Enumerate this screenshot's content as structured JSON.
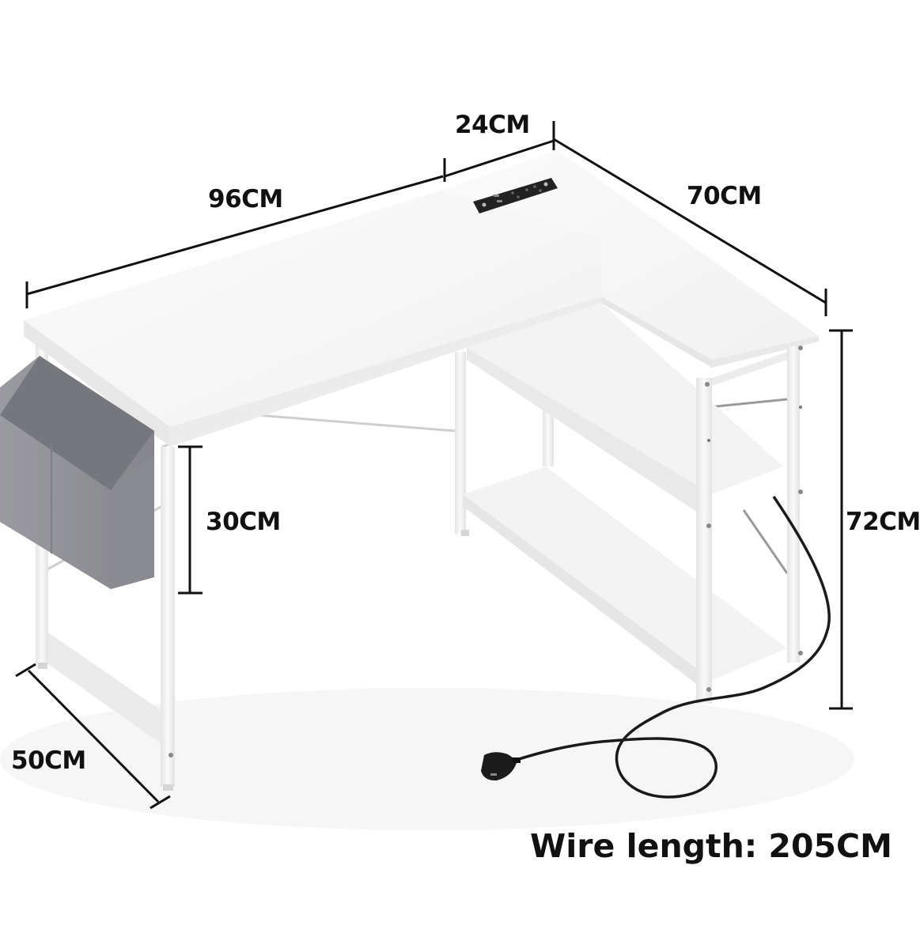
{
  "product": {
    "type": "L-shaped desk",
    "finish_color": "#f7f7f7",
    "frame_color": "#eeeeee",
    "bag_color": "#8e8f93",
    "socket_color": "#222222",
    "cable_color": "#1a1a1a"
  },
  "dimensions": {
    "width_main": "96CM",
    "width_socket_offset": "24CM",
    "depth_return": "70CM",
    "height": "72CM",
    "bag_height": "30CM",
    "depth_main": "50CM"
  },
  "wire": {
    "label": "Wire length: 205CM"
  },
  "colors": {
    "text": "#111111",
    "dimension_line": "#111111",
    "background": "#ffffff"
  }
}
